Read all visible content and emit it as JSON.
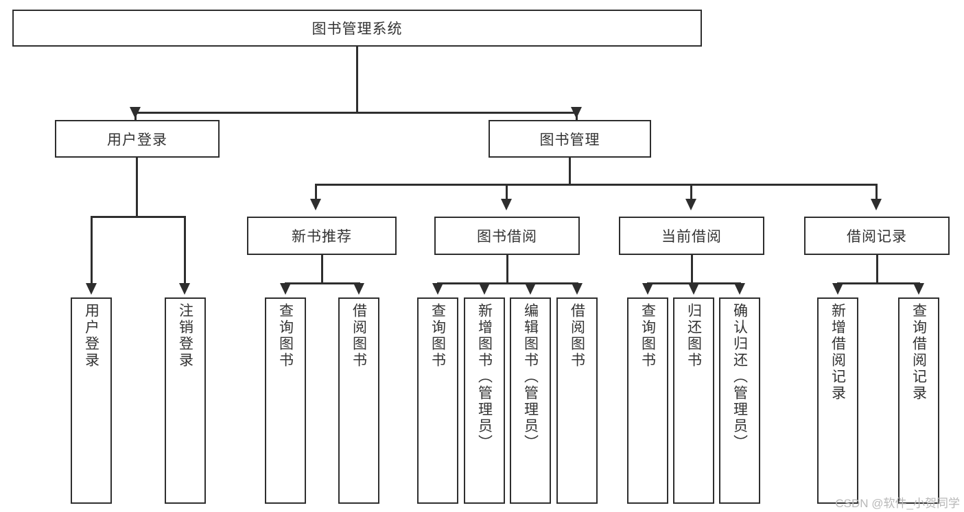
{
  "diagram": {
    "title": "图书管理系统",
    "type": "tree",
    "root": {
      "id": "root",
      "label": "图书管理系统"
    },
    "level1": [
      {
        "id": "user-login",
        "label": "用户登录"
      },
      {
        "id": "book-manage",
        "label": "图书管理"
      }
    ],
    "level2": [
      {
        "id": "new-book-recommend",
        "label": "新书推荐",
        "parent": "book-manage"
      },
      {
        "id": "book-borrow",
        "label": "图书借阅",
        "parent": "book-manage"
      },
      {
        "id": "current-borrow",
        "label": "当前借阅",
        "parent": "book-manage"
      },
      {
        "id": "borrow-record",
        "label": "借阅记录",
        "parent": "book-manage"
      }
    ],
    "leaves": [
      {
        "id": "leaf-user-login",
        "label": "用户登录",
        "parent": "user-login"
      },
      {
        "id": "leaf-logout",
        "label": "注销登录",
        "parent": "user-login"
      },
      {
        "id": "leaf-query-book-1",
        "label": "查询图书",
        "parent": "new-book-recommend"
      },
      {
        "id": "leaf-borrow-book-1",
        "label": "借阅图书",
        "parent": "new-book-recommend"
      },
      {
        "id": "leaf-query-book-2",
        "label": "查询图书",
        "parent": "book-borrow"
      },
      {
        "id": "leaf-add-book",
        "label": "新增图书（管理员）",
        "parent": "book-borrow"
      },
      {
        "id": "leaf-edit-book",
        "label": "编辑图书（管理员）",
        "parent": "book-borrow"
      },
      {
        "id": "leaf-borrow-book-2",
        "label": "借阅图书",
        "parent": "book-borrow"
      },
      {
        "id": "leaf-query-book-3",
        "label": "查询图书",
        "parent": "current-borrow"
      },
      {
        "id": "leaf-return-book",
        "label": "归还图书",
        "parent": "current-borrow"
      },
      {
        "id": "leaf-confirm-return",
        "label": "确认归还（管理员）",
        "parent": "current-borrow"
      },
      {
        "id": "leaf-add-record",
        "label": "新增借阅记录",
        "parent": "borrow-record"
      },
      {
        "id": "leaf-query-record",
        "label": "查询借阅记录",
        "parent": "borrow-record"
      }
    ],
    "colors": {
      "border": "#2e2e2e",
      "text": "#333333",
      "background": "#ffffff",
      "watermark": "#b8b8b8"
    }
  },
  "watermark": {
    "text": "CSDN @软件_小贺同学"
  }
}
